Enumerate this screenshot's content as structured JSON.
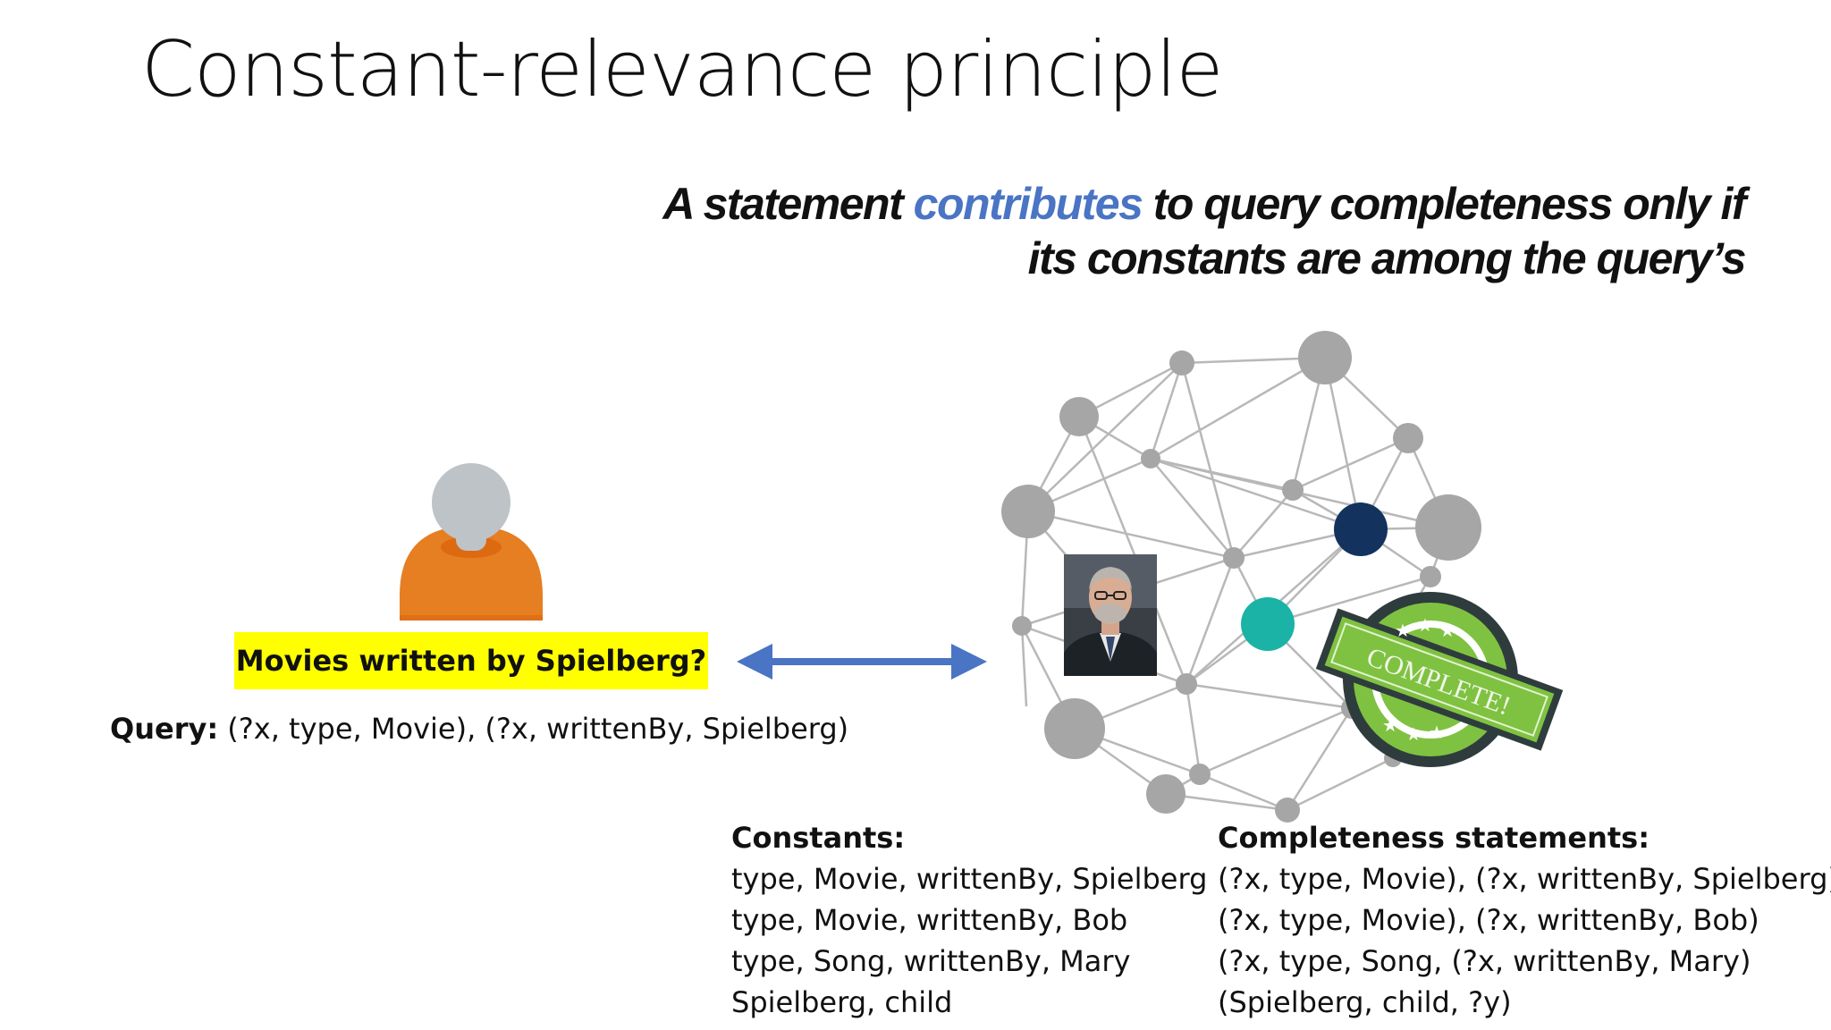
{
  "slide": {
    "title": "Constant-relevance principle",
    "principle": {
      "before": "A statement ",
      "highlight": "contributes",
      "after_line1": " to query completeness only if",
      "line2": "its constants are among the query’s"
    },
    "question": "Movies written by Spielberg?",
    "query": {
      "label": "Query:",
      "text": " (?x, type, Movie), (?x, writtenBy, Spielberg)"
    },
    "stamp": {
      "text": "COMPLETE!"
    },
    "constants": {
      "heading": "Constants:",
      "rows": [
        "type, Movie, writtenBy, Spielberg",
        "type, Movie, writtenBy, Bob",
        "type, Song, writtenBy, Mary",
        "Spielberg, child"
      ]
    },
    "statements": {
      "heading": "Completeness statements:",
      "rows": [
        "(?x, type, Movie), (?x, writtenBy, Spielberg)",
        "(?x, type, Movie), (?x, writtenBy, Bob)",
        "(?x, type, Song, (?x, writtenBy, Mary)",
        "(Spielberg, child, ?y)"
      ]
    }
  },
  "colors": {
    "highlight": "#4a74c4",
    "question_bg": "#ffff00",
    "person_body": "#e67e22",
    "person_head": "#bdc3c7",
    "arrow": "#4a74c4",
    "node": "#a6a6a6",
    "node_dark": "#13335e",
    "node_teal": "#1ab3a6",
    "stamp_green": "#7fc241",
    "stamp_dark": "#2f3c3d"
  },
  "icons": {
    "person": "user-avatar-icon",
    "arrow": "double-arrow-icon",
    "network": "knowledge-graph-icon",
    "stamp": "complete-stamp-icon",
    "photo": "portrait-photo"
  }
}
